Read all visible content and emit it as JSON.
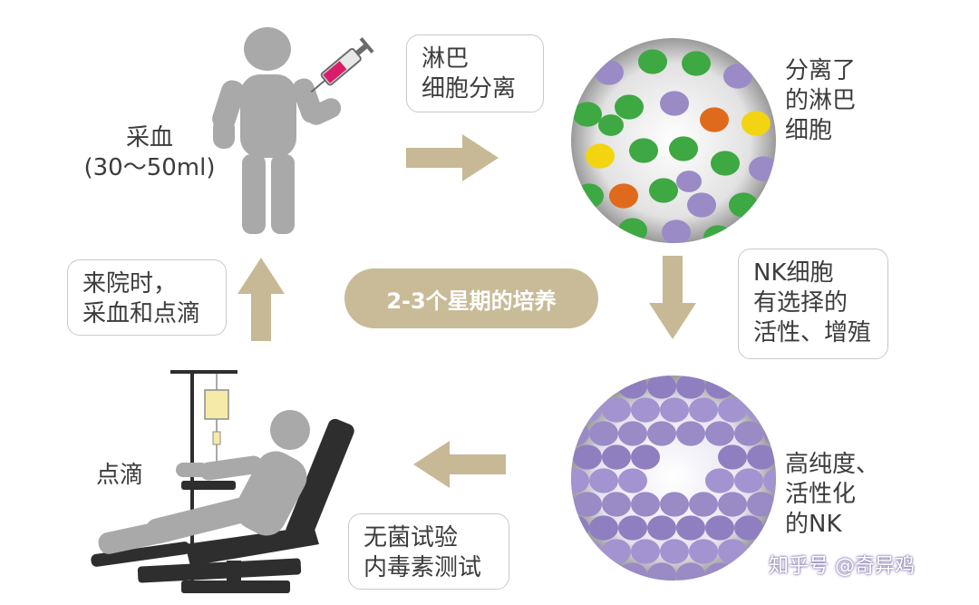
{
  "steps": {
    "blood_draw": "采血\n(30～50ml)",
    "lymph_separation": "淋巴\n细胞分离",
    "separated_lymph": "分离了\n的淋巴\n细胞",
    "nk_activation": "NK细胞\n有选择的\n活性、增殖",
    "high_purity_nk": "高纯度、\n活性化\n的NK",
    "sterility_test": "无菌试验\n内毒素测试",
    "infusion": "点滴",
    "hospital_visit": "来院时，\n采血和点滴",
    "culture_period": "2-3个星期的培养"
  },
  "watermark": "知乎号 @奇异鸡",
  "colors": {
    "figure_gray": "#a9a9a9",
    "arrow_tan": "#c7b995",
    "syringe_magenta": "#d81e6a",
    "cell_green": "#3ea843",
    "cell_purple": "#9a8ac6",
    "cell_orange": "#e06a1c",
    "cell_yellow": "#f2d410",
    "chair_dark": "#2e2e2e"
  }
}
